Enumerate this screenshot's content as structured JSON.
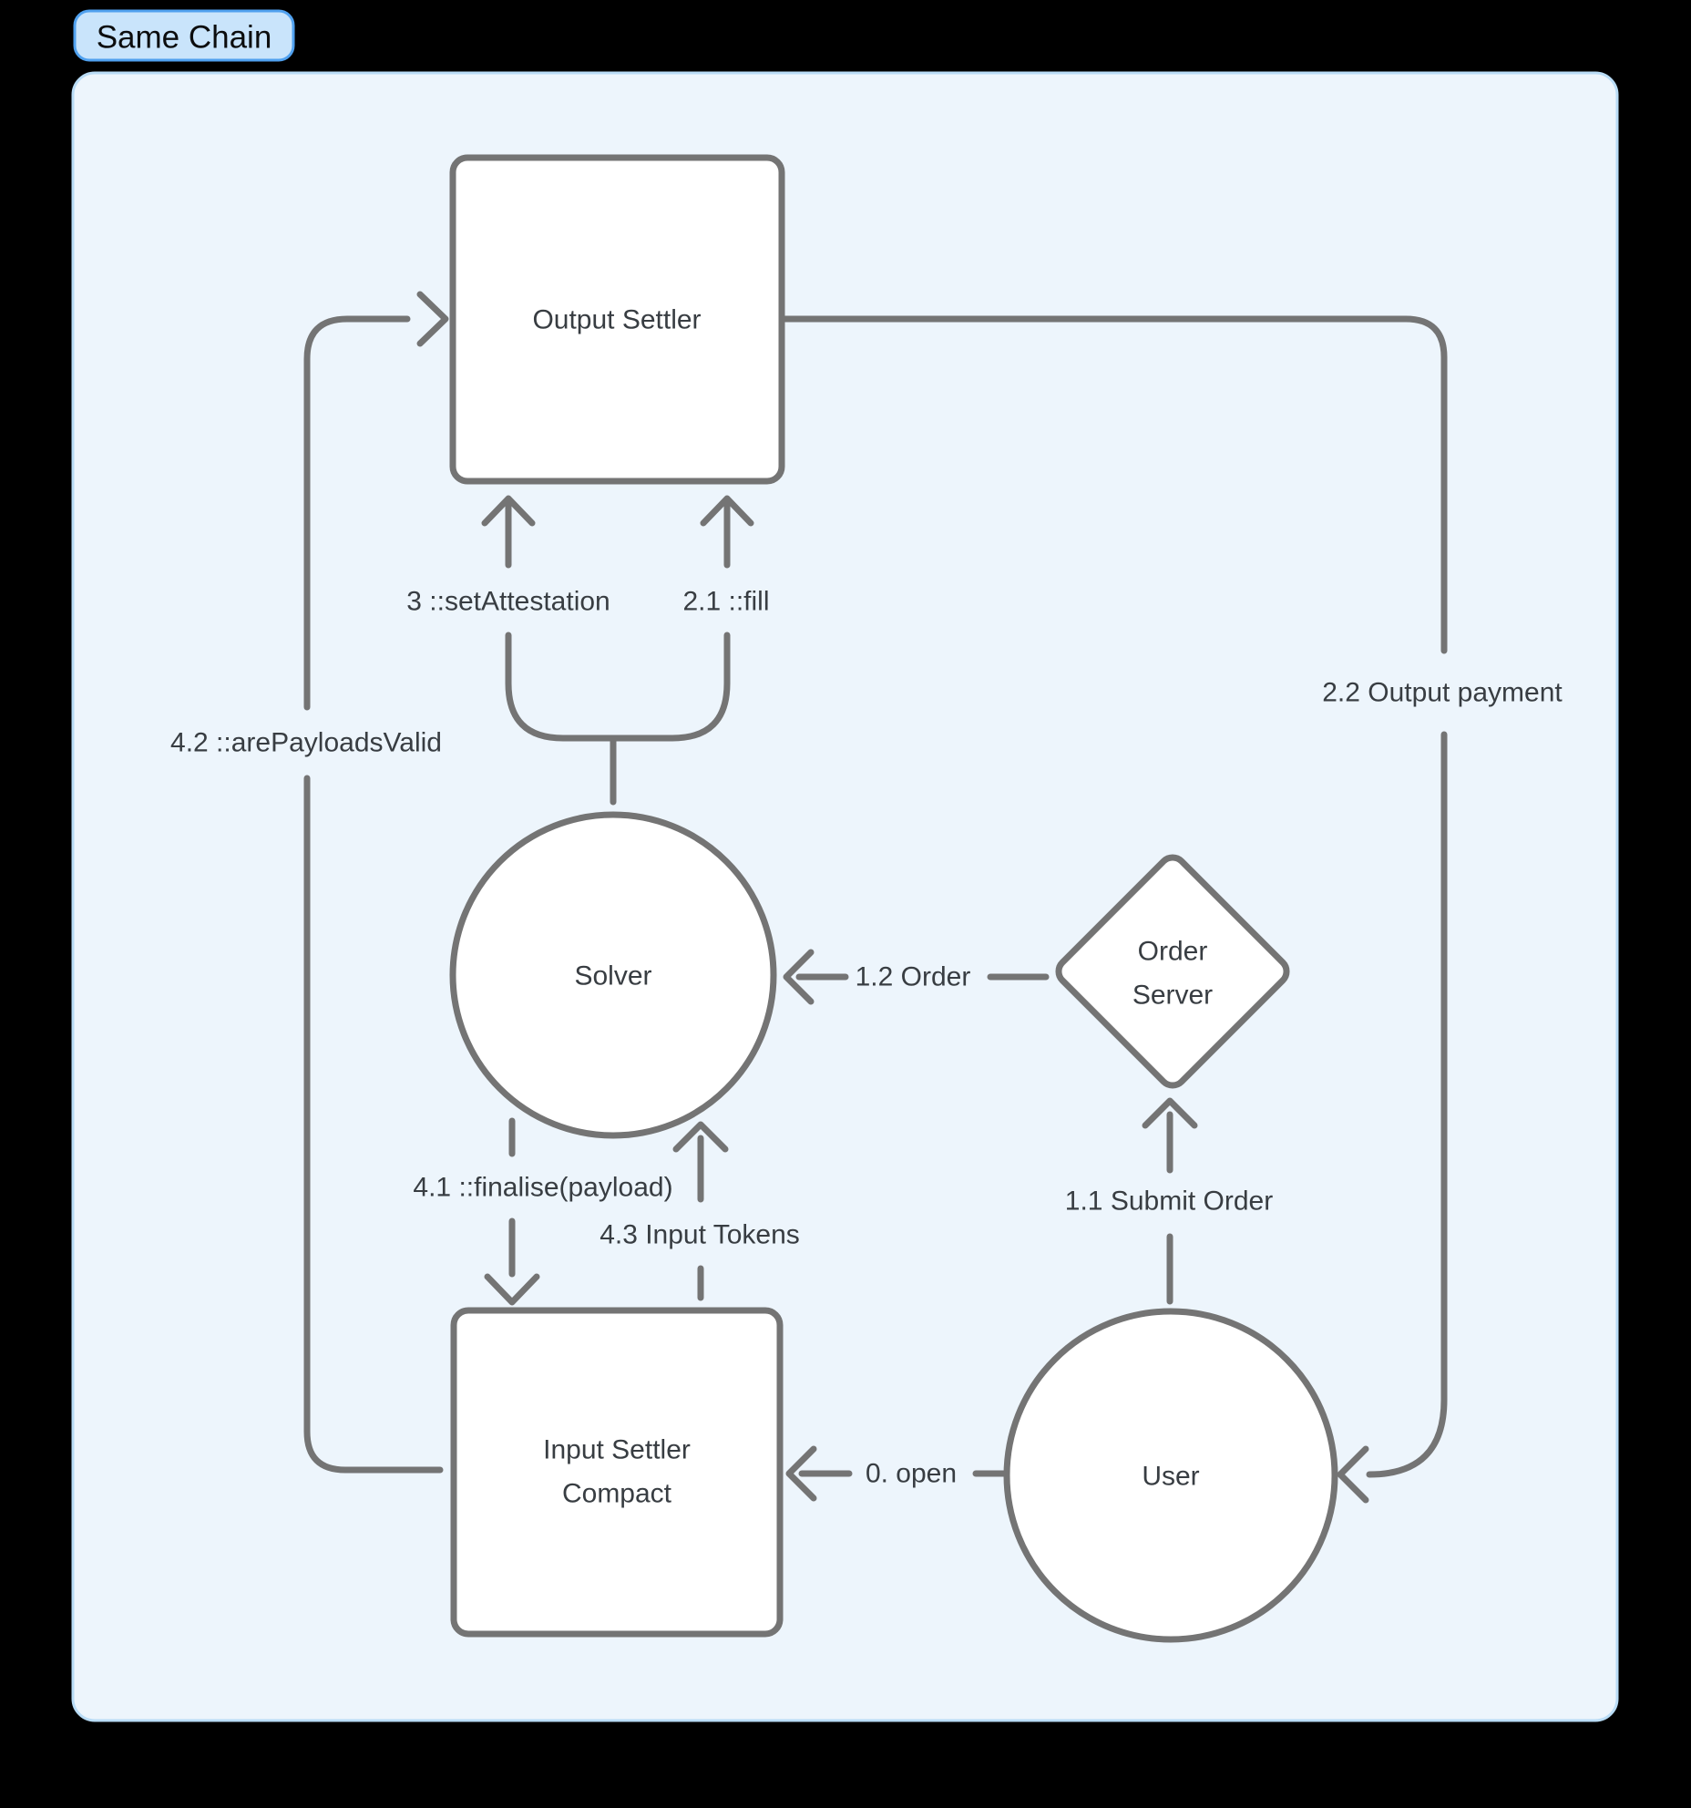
{
  "badge": {
    "label": "Same Chain"
  },
  "nodes": {
    "output_settler": {
      "label": "Output Settler",
      "shape": "rect"
    },
    "solver": {
      "label": "Solver",
      "shape": "circle"
    },
    "order_server": {
      "line1": "Order",
      "line2": "Server",
      "shape": "diamond"
    },
    "input_settler": {
      "line1": "Input Settler",
      "line2": "Compact",
      "shape": "rect"
    },
    "user": {
      "label": "User",
      "shape": "circle"
    }
  },
  "edges": {
    "set_attestation": {
      "label": "3 ::setAttestation",
      "from": "solver",
      "to": "output_settler"
    },
    "fill": {
      "label": "2.1 ::fill",
      "from": "solver",
      "to": "output_settler"
    },
    "are_payloads_valid": {
      "label": "4.2 ::arePayloadsValid",
      "from": "input_settler",
      "to": "output_settler"
    },
    "output_payment": {
      "label": "2.2 Output payment",
      "from": "output_settler",
      "to": "user"
    },
    "order": {
      "label": "1.2 Order",
      "from": "order_server",
      "to": "solver"
    },
    "finalise": {
      "label": "4.1 ::finalise(payload)",
      "from": "solver",
      "to": "input_settler",
      "style": "dashed"
    },
    "input_tokens": {
      "label": "4.3 Input Tokens",
      "from": "input_settler",
      "to": "solver",
      "style": "dashed"
    },
    "submit_order": {
      "label": "1.1 Submit Order",
      "from": "user",
      "to": "order_server"
    },
    "open": {
      "label": "0. open",
      "from": "user",
      "to": "input_settler"
    }
  },
  "colors": {
    "page_background": "#000000",
    "container_fill": "#edf5fc",
    "container_border": "#b9dcf6",
    "badge_fill": "#c9e4fb",
    "badge_border": "#50a1ef",
    "line_gray": "#747474",
    "node_fill": "#ffffff",
    "text": "#383d42"
  }
}
